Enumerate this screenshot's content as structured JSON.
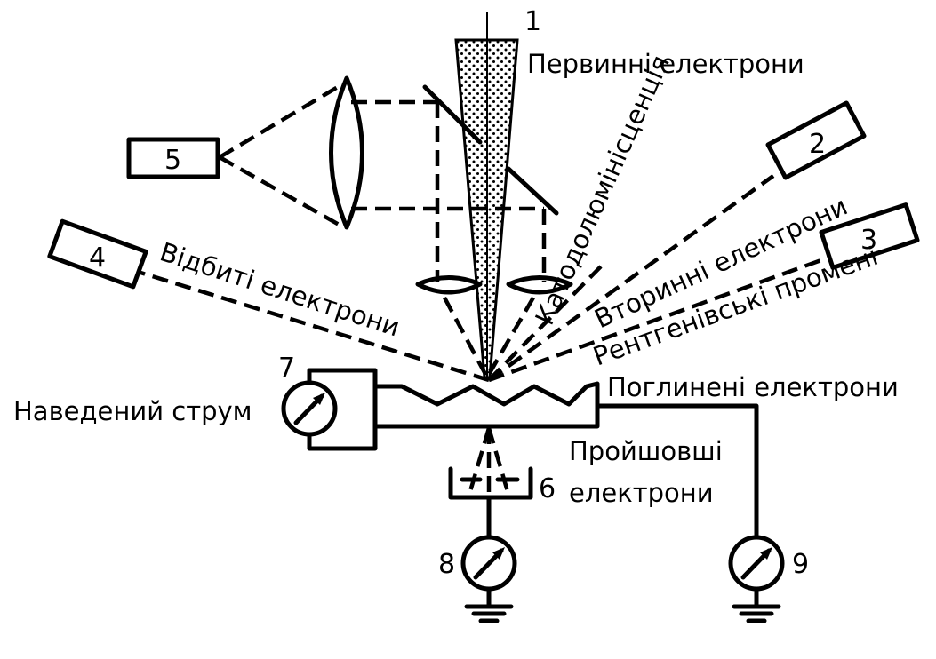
{
  "labels": {
    "primary_electrons": "Первинні електрони",
    "cathodoluminescence": "Катодолюмінісценція",
    "secondary_electrons": "Вторинні електрони",
    "xray": "Рентгенівські промені",
    "reflected_electrons": "Відбиті електрони",
    "absorbed_electrons": "Поглинені електрони",
    "induced_current": "Наведений струм",
    "transmitted_line1": "Пройшовші",
    "transmitted_line2": "електрони"
  },
  "numbers": {
    "n1": "1",
    "n2": "2",
    "n3": "3",
    "n4": "4",
    "n5": "5",
    "n6": "6",
    "n7": "7",
    "n8": "8",
    "n9": "9"
  }
}
